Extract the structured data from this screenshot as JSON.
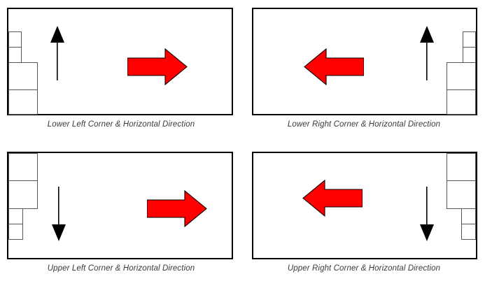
{
  "figure": {
    "type": "diagram",
    "description": "Four schematic room diagrams showing wall-block start corner and sweep direction",
    "colors": {
      "arrow_red": "#FF0000",
      "arrow_black": "#000000",
      "room_border": "#000000",
      "block_border": "#585858",
      "background": "#FFFFFF",
      "caption_text": "#3A3A3A"
    },
    "panels": [
      {
        "id": "lower-left",
        "caption": "Lower Left Corner & Horizontal Direction",
        "corner": "lower-left",
        "direction": "horizontal",
        "block_stack": "narrow-top-wide-bottom",
        "blocks": [
          {
            "label": "block-1",
            "size": "narrow"
          },
          {
            "label": "block-2",
            "size": "narrow"
          },
          {
            "label": "block-3",
            "size": "wide"
          },
          {
            "label": "block-4",
            "size": "wide"
          }
        ],
        "thin_arrow": {
          "icon": "arrow-up-icon",
          "points": "up"
        },
        "red_arrow": {
          "icon": "arrow-right-icon",
          "points": "right"
        }
      },
      {
        "id": "lower-right",
        "caption": "Lower Right Corner & Horizontal Direction",
        "corner": "lower-right",
        "direction": "horizontal",
        "block_stack": "narrow-top-wide-bottom",
        "blocks": [
          {
            "label": "block-1",
            "size": "narrow"
          },
          {
            "label": "block-2",
            "size": "narrow"
          },
          {
            "label": "block-3",
            "size": "wide"
          },
          {
            "label": "block-4",
            "size": "wide"
          }
        ],
        "thin_arrow": {
          "icon": "arrow-up-icon",
          "points": "up"
        },
        "red_arrow": {
          "icon": "arrow-left-icon",
          "points": "left"
        }
      },
      {
        "id": "upper-left",
        "caption": "Upper Left Corner & Horizontal Direction",
        "corner": "upper-left",
        "direction": "horizontal",
        "block_stack": "wide-top-narrow-bottom",
        "blocks": [
          {
            "label": "block-1",
            "size": "wide"
          },
          {
            "label": "block-2",
            "size": "wide"
          },
          {
            "label": "block-3",
            "size": "narrow"
          },
          {
            "label": "block-4",
            "size": "narrow"
          }
        ],
        "thin_arrow": {
          "icon": "arrow-down-icon",
          "points": "down"
        },
        "red_arrow": {
          "icon": "arrow-right-icon",
          "points": "right"
        }
      },
      {
        "id": "upper-right",
        "caption": "Upper Right Corner & Horizontal Direction",
        "corner": "upper-right",
        "direction": "horizontal",
        "block_stack": "wide-top-narrow-bottom",
        "blocks": [
          {
            "label": "block-1",
            "size": "wide"
          },
          {
            "label": "block-2",
            "size": "wide"
          },
          {
            "label": "block-3",
            "size": "narrow"
          },
          {
            "label": "block-4",
            "size": "narrow"
          }
        ],
        "thin_arrow": {
          "icon": "arrow-down-icon",
          "points": "down"
        },
        "red_arrow": {
          "icon": "arrow-left-icon",
          "points": "left"
        }
      }
    ]
  }
}
